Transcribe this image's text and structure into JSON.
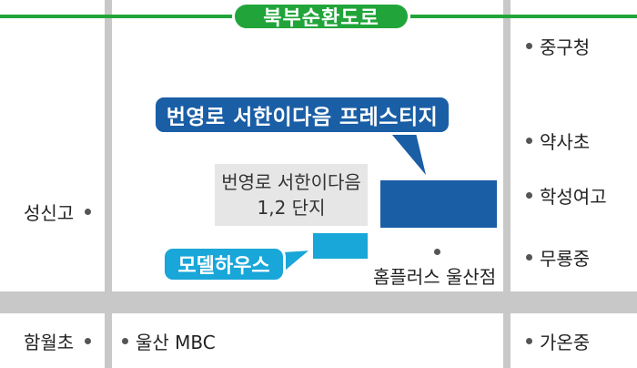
{
  "main_road": {
    "label": "북부순환도로",
    "color": "#21a53a"
  },
  "development": {
    "label": "번영로 서한이다음 프레스티지",
    "color": "#1a5ea6"
  },
  "model_house": {
    "label": "모델하우스",
    "color": "#19a6d8"
  },
  "existing_complex": {
    "line1": "번영로 서한이다음",
    "line2": "1,2 단지"
  },
  "pois": {
    "jungguchung": "중구청",
    "yaksacho": "약사초",
    "hakseong_girls_high": "학성여고",
    "muryong_middle": "무룡중",
    "seongsin_high": "성신고",
    "homeplus": "홈플러스 울산점",
    "hamwol_elem": "함월초",
    "ulsan_mbc": "울산 MBC",
    "gaon_middle": "가온중"
  }
}
